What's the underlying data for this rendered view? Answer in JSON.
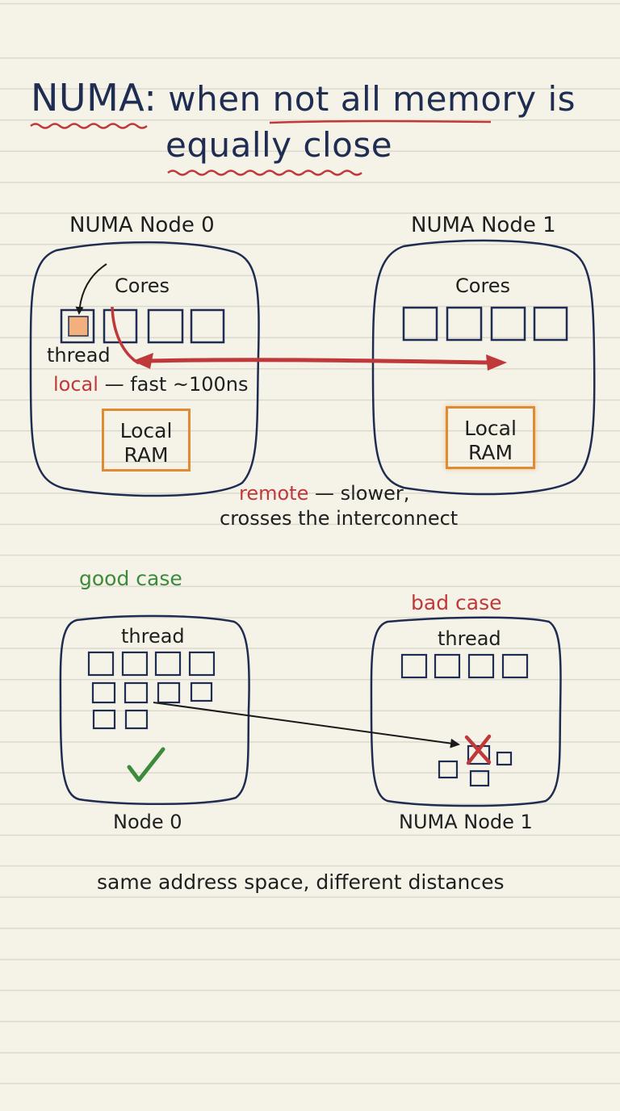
{
  "title": {
    "part1": "NUMA:",
    "part2": "when",
    "part3": "not all memory",
    "part4": "is",
    "line2": "equally close"
  },
  "top": {
    "node0_label": "NUMA Node 0",
    "node1_label": "NUMA Node 1",
    "cores_label_0": "Cores",
    "cores_label_1": "Cores",
    "thread_label": "thread",
    "local_word": "local",
    "local_rest": "— fast ~100ns",
    "ram0_line1": "Local",
    "ram0_line2": "RAM",
    "ram1_line1": "Local",
    "ram1_line2": "RAM",
    "remote_word": "remote",
    "remote_rest": "— slower,",
    "remote_line2": "crosses the interconnect"
  },
  "bottom": {
    "good_label": "good case",
    "bad_label": "bad case",
    "thread_left": "thread",
    "thread_right": "thread",
    "node0_label": "Node 0",
    "node1_label": "NUMA Node 1"
  },
  "footer": "same address space, different distances",
  "colors": {
    "ink_blue": "#1f2d52",
    "accent_red": "#c0393a",
    "ram_orange": "#e08a34",
    "thread_fill": "#f2b07e",
    "check_green": "#3c8a3c",
    "paper": "#f5f2e7"
  }
}
